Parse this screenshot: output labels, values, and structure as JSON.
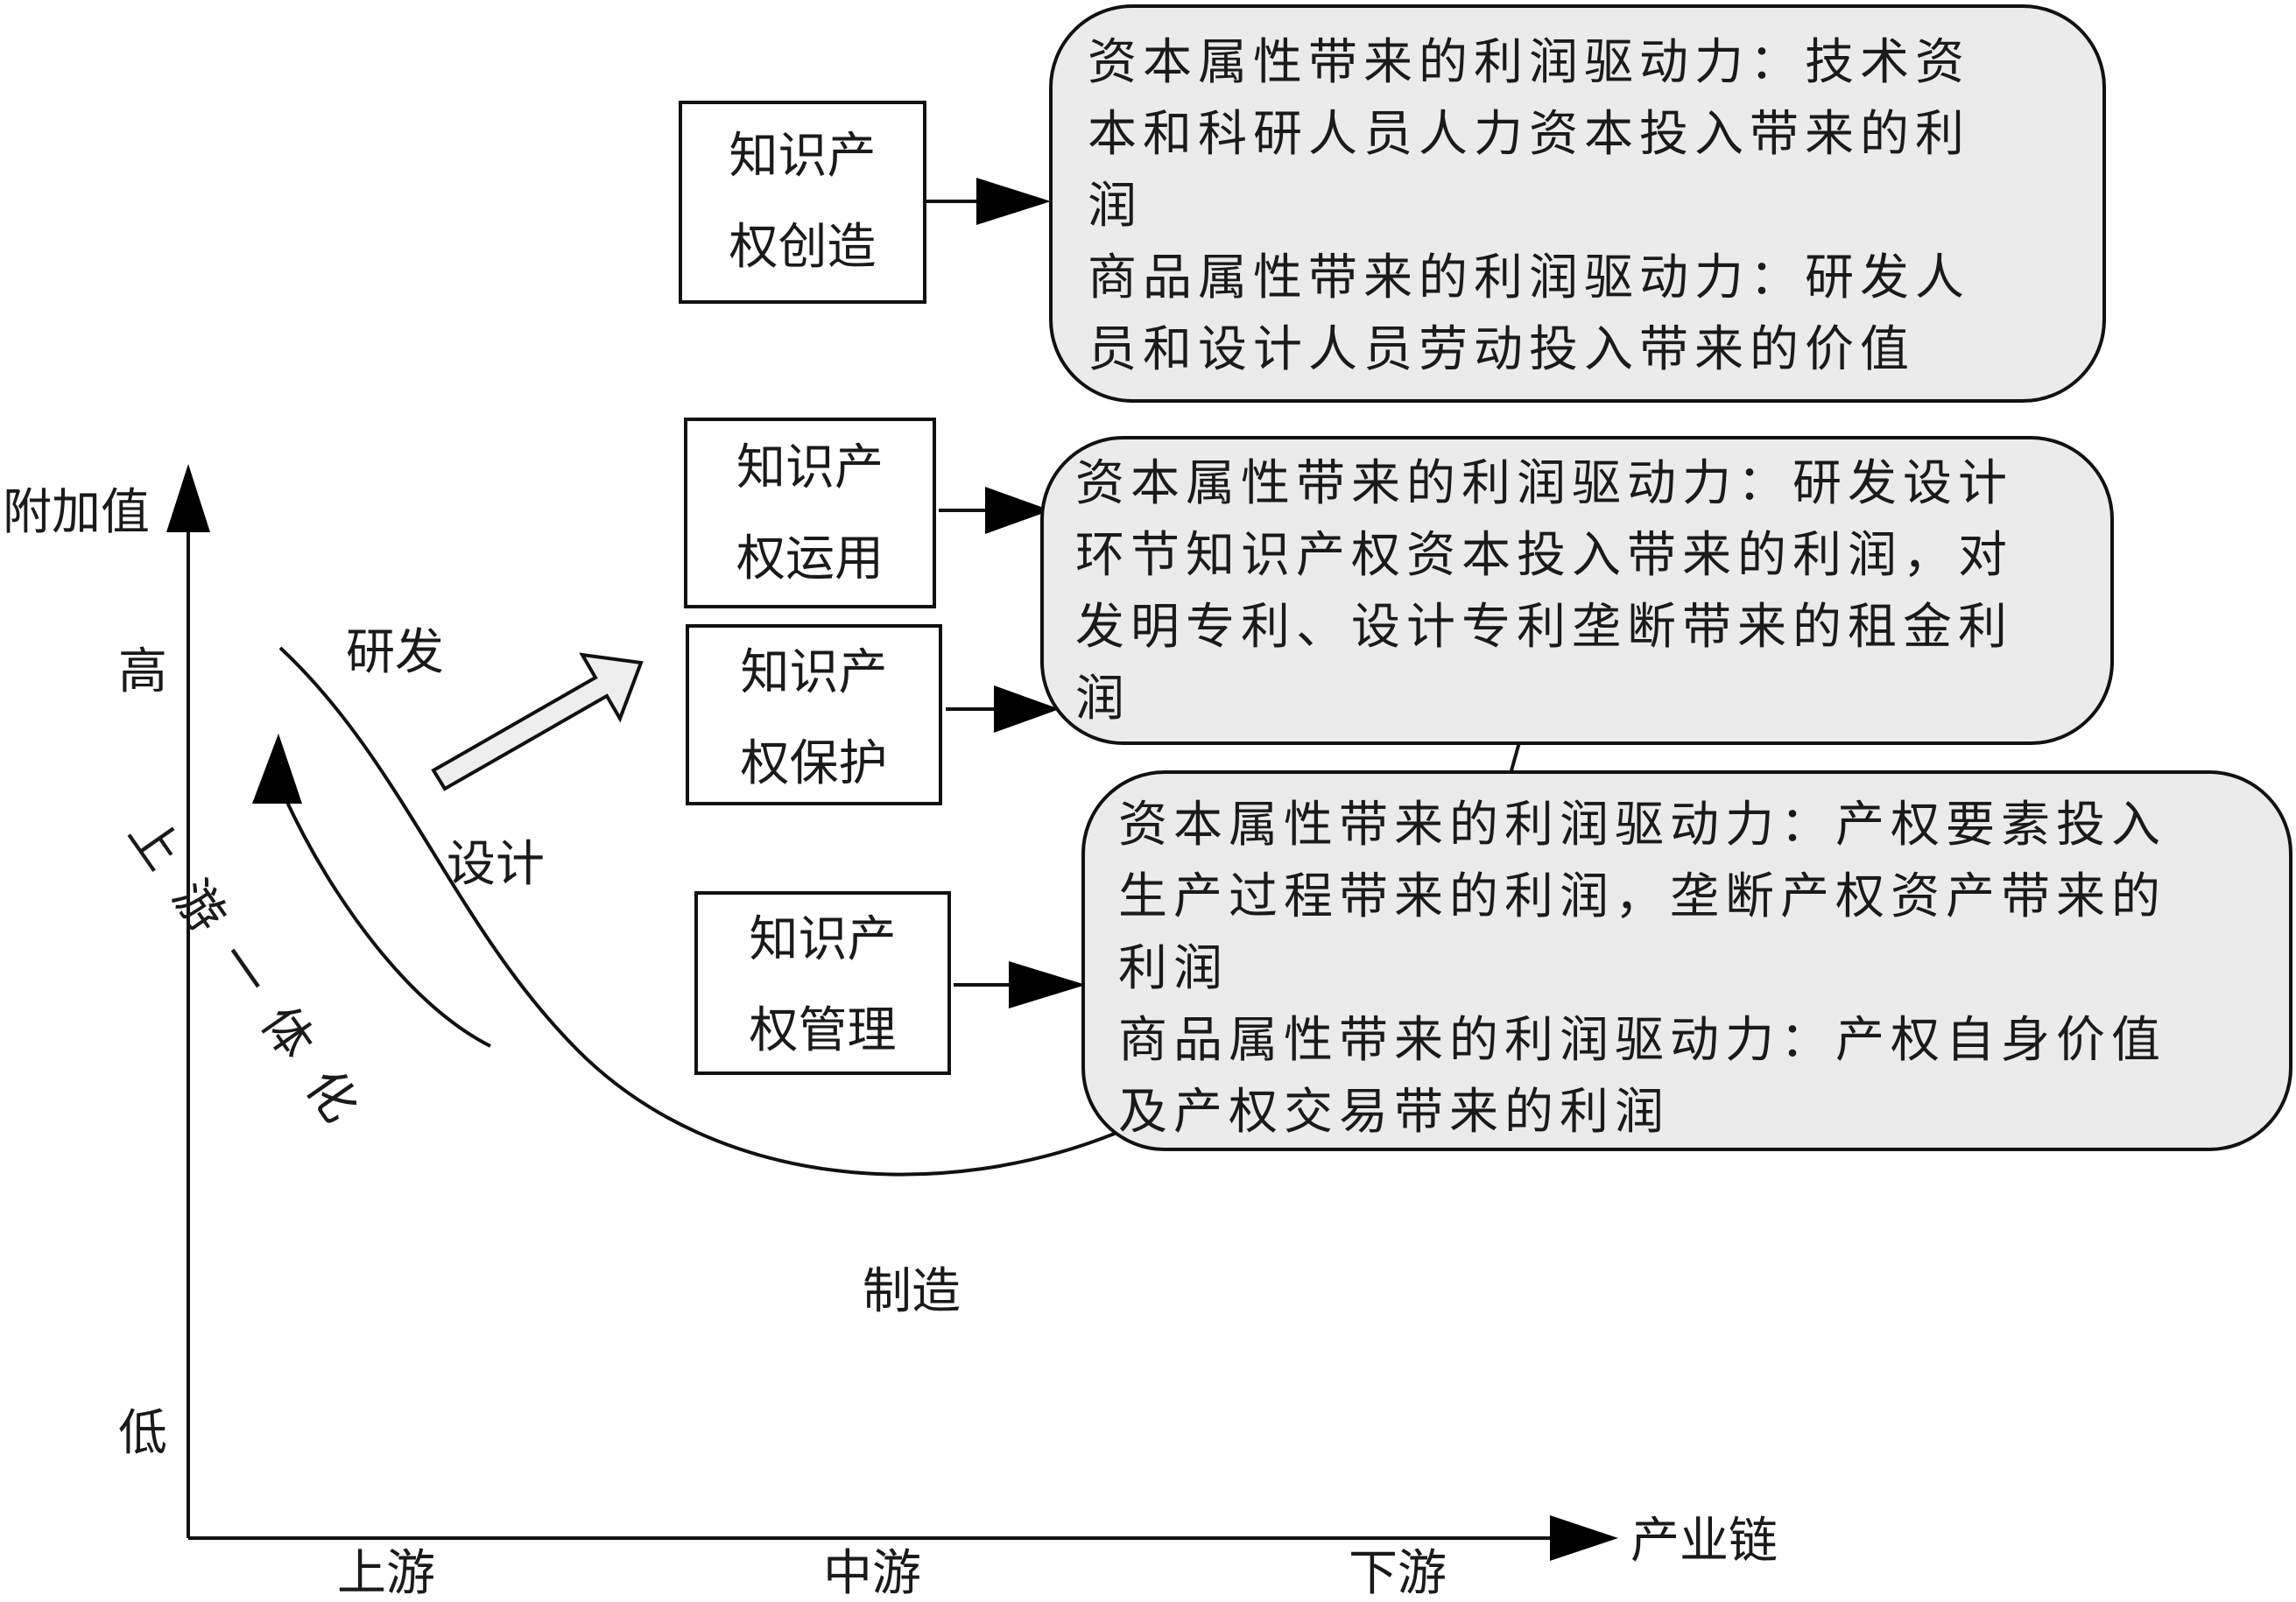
{
  "axes": {
    "y_label": "附加值",
    "y_high": "高",
    "y_low": "低",
    "x_label": "产业链",
    "x_ticks": [
      "上游",
      "中游",
      "下游"
    ]
  },
  "curve_labels": {
    "research": "研发",
    "design": "设计",
    "manufacturing": "制造",
    "integration": "上游一体化"
  },
  "ip_boxes": [
    {
      "lines": [
        "知识产",
        "权创造"
      ]
    },
    {
      "lines": [
        "知识产",
        "权运用"
      ]
    },
    {
      "lines": [
        "知识产",
        "权保护"
      ]
    },
    {
      "lines": [
        "知识产",
        "权管理"
      ]
    }
  ],
  "bubbles": [
    {
      "lines": [
        "资本属性带来的利润驱动力：技术资",
        "本和科研人员人力资本投入带来的利",
        "润",
        "商品属性带来的利润驱动力：研发人",
        "员和设计人员劳动投入带来的价值"
      ]
    },
    {
      "lines": [
        "资本属性带来的利润驱动力：研发设计",
        "环节知识产权资本投入带来的利润，对",
        "发明专利、设计专利垄断带来的租金利",
        "润"
      ]
    },
    {
      "lines": [
        "资本属性带来的利润驱动力：产权要素投入",
        "生产过程带来的利润，垄断产权资产带来的",
        "利润",
        "商品属性带来的利润驱动力：产权自身价值",
        "及产权交易带来的利润"
      ]
    }
  ]
}
